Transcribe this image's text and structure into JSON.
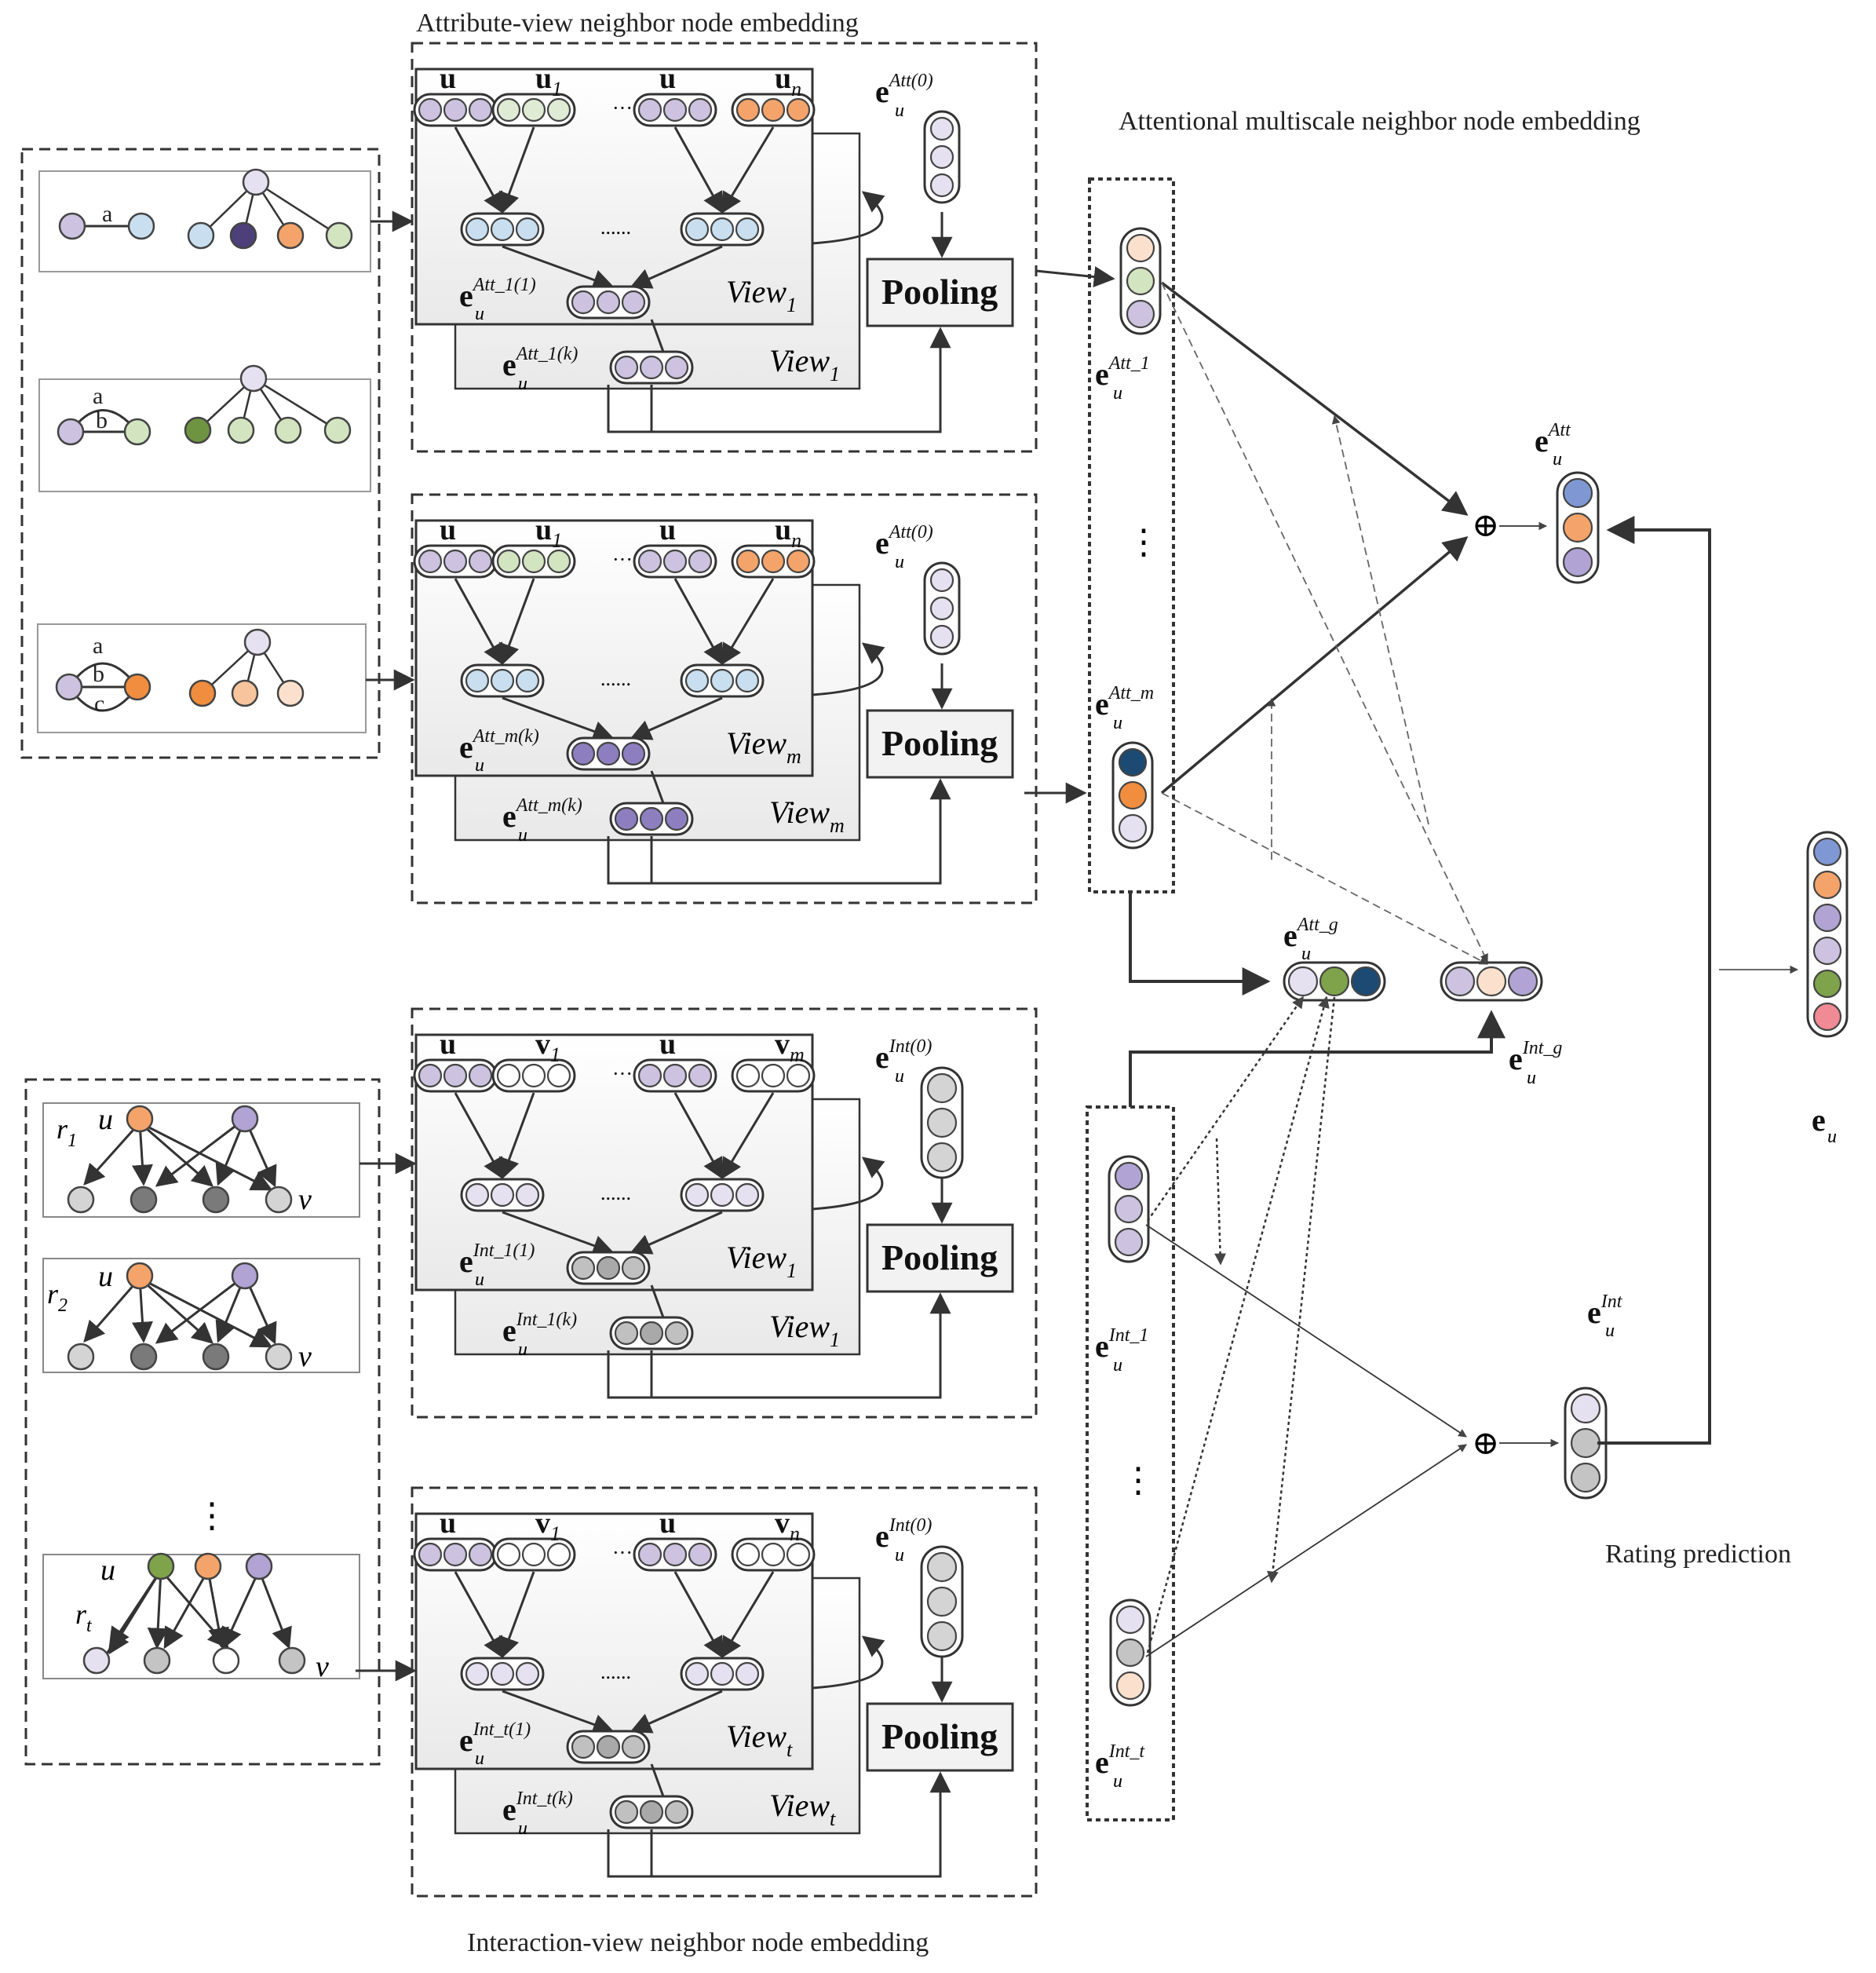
{
  "titles": {
    "attribute_view": "Attribute-view neighbor node embedding",
    "attentional": "Attentional multiscale neighbor node embedding",
    "interaction_view": "Interaction-view neighbor node embedding",
    "rating": "Rating prediction"
  },
  "pooling_label": "Pooling",
  "ellipsis": "......",
  "dots": "···",
  "vdots": "⋮",
  "oplus": "⊕",
  "e": "e",
  "u": "u",
  "sub_u": "u",
  "attribute_blocks": [
    {
      "top_labels": [
        "u",
        "u",
        "u",
        "u"
      ],
      "top_subs": [
        "",
        "1",
        "",
        "n"
      ],
      "emb_front_sup": "Att_1(1)",
      "emb_back_sup": "Att_1(k)",
      "view_label": "View",
      "view_sub": "1",
      "init_sup": "Att(0)"
    },
    {
      "top_labels": [
        "u",
        "u",
        "u",
        "u"
      ],
      "top_subs": [
        "",
        "1",
        "",
        "n"
      ],
      "emb_front_sup": "Att_m(k)",
      "emb_back_sup": "Att_m(k)",
      "view_label": "View",
      "view_sub": "m",
      "init_sup": "Att(0)"
    }
  ],
  "interaction_blocks": [
    {
      "top_labels": [
        "u",
        "v",
        "u",
        "v"
      ],
      "top_subs": [
        "",
        "1",
        "",
        "m"
      ],
      "emb_front_sup": "Int_1(1)",
      "emb_back_sup": "Int_1(k)",
      "view_label": "View",
      "view_sub": "1",
      "init_sup": "Int(0)"
    },
    {
      "top_labels": [
        "u",
        "v",
        "u",
        "v"
      ],
      "top_subs": [
        "",
        "1",
        "",
        "n"
      ],
      "emb_front_sup": "Int_t(1)",
      "emb_back_sup": "Int_t(k)",
      "view_label": "View",
      "view_sub": "t",
      "init_sup": "Int(0)"
    }
  ],
  "attribute_graphs": [
    {
      "edge_labels": [
        "a"
      ]
    },
    {
      "edge_labels": [
        "a",
        "b"
      ]
    },
    {
      "edge_labels": [
        "a",
        "b",
        "c"
      ]
    }
  ],
  "interaction_graphs": [
    {
      "relation": "r",
      "relation_sub": "1",
      "u": "u",
      "v": "v"
    },
    {
      "relation": "r",
      "relation_sub": "2",
      "u": "u",
      "v": "v"
    },
    {
      "relation": "r",
      "relation_sub": "t",
      "u": "u",
      "v": "v"
    }
  ],
  "embeddings": {
    "att_1": "Att_1",
    "att_m": "Att_m",
    "att_g": "Att_g",
    "int_g": "Int_g",
    "att": "Att",
    "int_1": "Int_1",
    "int_t": "Int_t",
    "int": "Int"
  },
  "colors": {
    "lavender": "#cdc3e0",
    "light_blue": "#c9dff0",
    "dark_purple": "#4d3f7a",
    "orange": "#f4a46a",
    "light_green": "#d3e4c1",
    "olive": "#6e9442",
    "peach": "#fbe1cd",
    "pale_lavender": "#e6e1f0",
    "navy": "#1c4a72",
    "gray": "#c4c4c4",
    "dark_gray": "#7a7a7a",
    "blue": "#7f98d4",
    "pink": "#f08a94",
    "green": "#7ea34a"
  }
}
